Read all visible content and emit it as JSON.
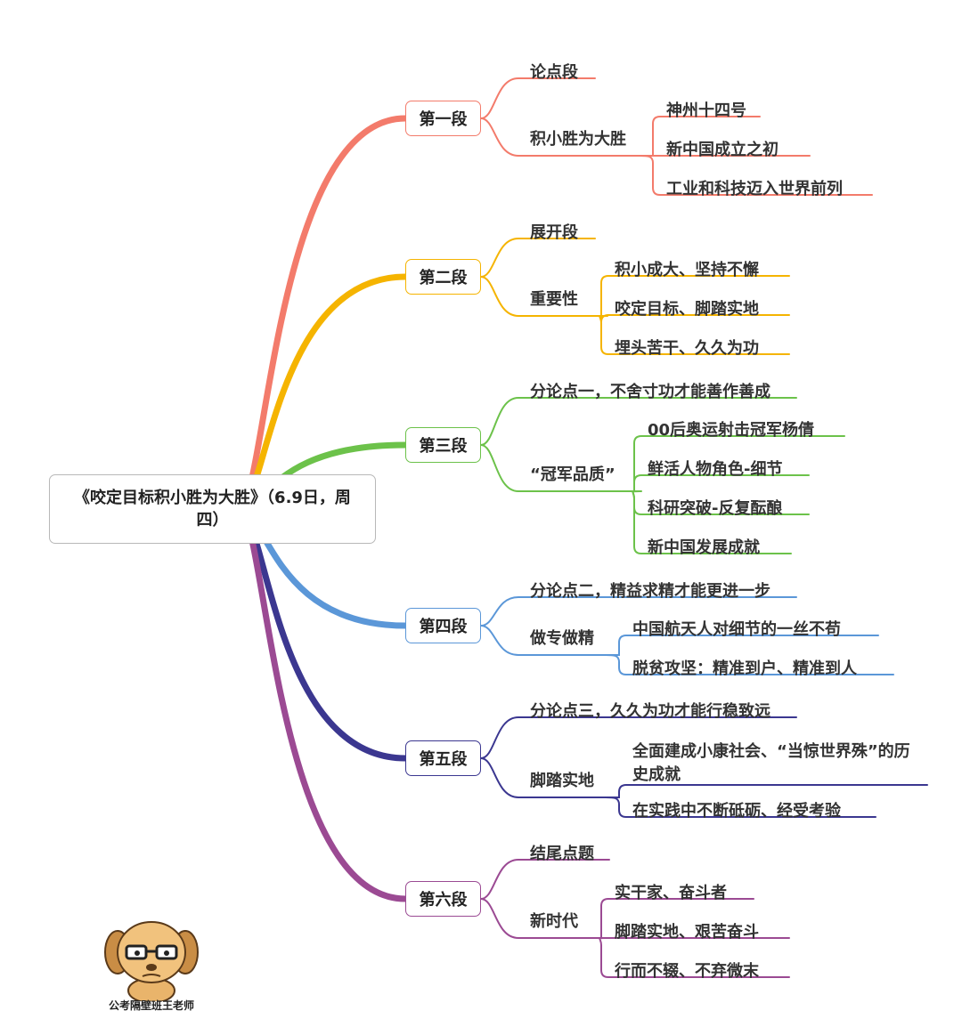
{
  "root": {
    "title": "《咬定目标积小胜为大胜》（6.9日，周四）"
  },
  "sections": [
    {
      "label": "第一段",
      "color": "#f37b6b",
      "items": [
        {
          "label": "论点段"
        },
        {
          "label": "积小胜为大胜",
          "children": [
            "神州十四号",
            "新中国成立之初",
            "工业和科技迈入世界前列"
          ]
        }
      ]
    },
    {
      "label": "第二段",
      "color": "#f5b400",
      "items": [
        {
          "label": "展开段"
        },
        {
          "label": "重要性",
          "children": [
            "积小成大、坚持不懈",
            "咬定目标、脚踏实地",
            "埋头苦干、久久为功"
          ]
        }
      ]
    },
    {
      "label": "第三段",
      "color": "#6cc24a",
      "items": [
        {
          "label": "分论点一，不舍寸功才能善作善成"
        },
        {
          "label": "“冠军品质”",
          "children": [
            "00后奥运射击冠军杨倩",
            "鲜活人物角色-细节",
            "科研突破-反复酝酿",
            "新中国发展成就"
          ]
        }
      ]
    },
    {
      "label": "第四段",
      "color": "#5b97d8",
      "items": [
        {
          "label": "分论点二，精益求精才能更进一步"
        },
        {
          "label": "做专做精",
          "children": [
            "中国航天人对细节的一丝不苟",
            "脱贫攻坚：精准到户、精准到人"
          ]
        }
      ]
    },
    {
      "label": "第五段",
      "color": "#3b3790",
      "items": [
        {
          "label": "分论点三，久久为功才能行稳致远"
        },
        {
          "label": "脚踏实地",
          "children": [
            "全面建成小康社会、“当惊世界殊”的历史成就",
            "在实践中不断砥砺、经受考验"
          ]
        }
      ]
    },
    {
      "label": "第六段",
      "color": "#9b4a93",
      "items": [
        {
          "label": "结尾点题"
        },
        {
          "label": "新时代",
          "children": [
            "实干家、奋斗者",
            "脚踏实地、艰苦奋斗",
            "行而不辍、不弃微末"
          ]
        }
      ]
    }
  ],
  "branding": {
    "logo_icon": "cartoon-dog-with-glasses-icon",
    "caption": "公考隔壁班王老师"
  }
}
